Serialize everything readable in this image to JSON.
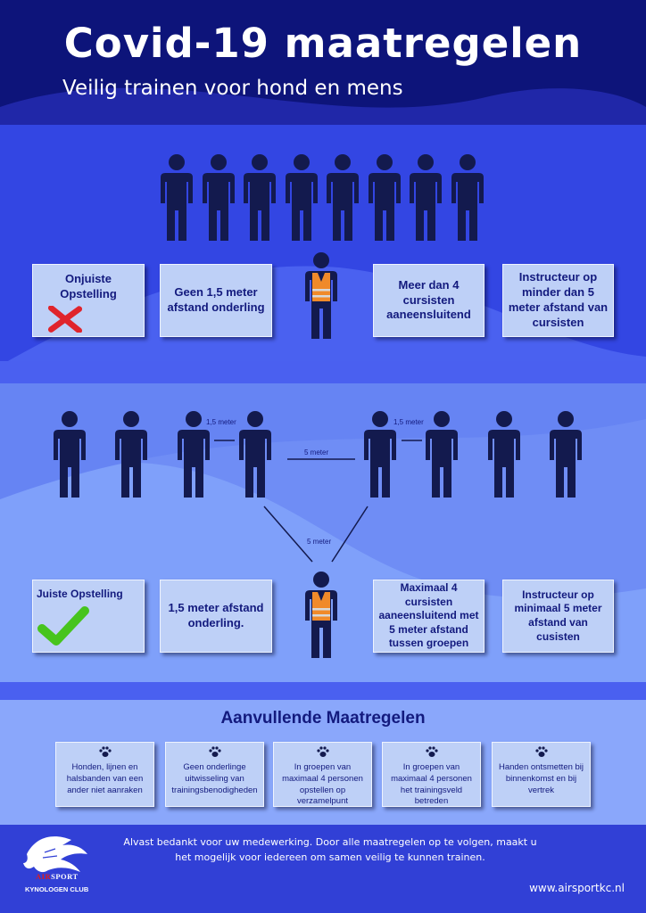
{
  "header": {
    "title": "Covid-19 maatregelen",
    "subtitle": "Veilig trainen voor hond en mens"
  },
  "wrong": {
    "label": "Onjuiste Opstelling",
    "icon": "cross-icon",
    "cards": [
      "Geen 1,5 meter afstand onderling",
      "Meer dan 4 cursisten aaneensluitend",
      "Instructeur op minder dan 5 meter afstand van cursisten"
    ]
  },
  "right": {
    "label": "Juiste Opstelling",
    "icon": "checkmark-icon",
    "distances": {
      "pair_left": "1,5 meter",
      "pair_right": "1,5 meter",
      "groups": "5 meter",
      "instructor": "5 meter"
    },
    "cards": [
      "1,5 meter afstand onderling.",
      "Maximaal 4 cursisten aaneensluitend met 5 meter afstand tussen groepen",
      "Instructeur op minimaal 5 meter afstand van cusisten"
    ]
  },
  "extra": {
    "title": "Aanvullende Maatregelen",
    "items": [
      "Honden, lijnen en halsbanden van een ander niet aanraken",
      "Geen onderlinge uitwisseling van trainingsbenodigheden",
      "In groepen van maximaal 4 personen opstellen op verzamelpunt",
      "In groepen van maximaal 4 personen het trainingsveld betreden",
      "Handen ontsmetten bij binnenkomst en bij vertrek"
    ]
  },
  "footer": {
    "message": "Alvast bedankt voor uw medewerking. Door alle maatregelen op te volgen, maakt u het mogelijk voor iedereen om samen veilig te kunnen trainen.",
    "website": "www.airsportkc.nl",
    "logo_brand_prefix": "AIR",
    "logo_brand_suffix": "SPORT",
    "logo_sub": "KYNOLOGEN CLUB"
  },
  "colors": {
    "navy": "#0d147a",
    "figure": "#131a4e",
    "vest": "#f08a2a",
    "wrong_mark": "#e0242c",
    "right_mark": "#47c41e",
    "card": "#bed0f7"
  }
}
